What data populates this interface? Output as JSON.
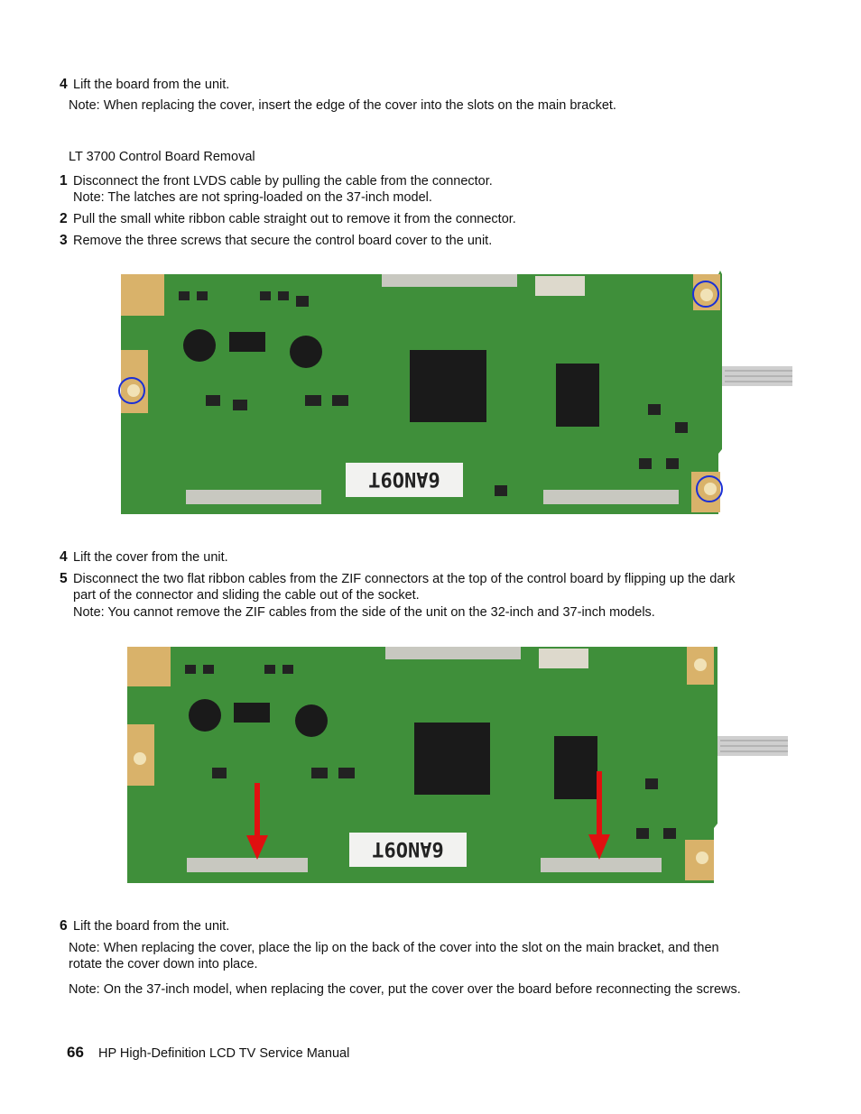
{
  "top": {
    "step4": {
      "num": "4",
      "text": "Lift the board from the unit."
    },
    "note": {
      "label": "Note",
      "text": ": When replacing the cover, insert the edge of the cover into the slots on the main bracket."
    }
  },
  "section": {
    "heading": "LT 3700 Control Board Removal",
    "step1": {
      "num": "1",
      "text": "Disconnect the front LVDS cable by pulling the cable from the connector."
    },
    "step1_note": {
      "label": "Note",
      "text": ": The latches are not spring-loaded on the 37-inch model."
    },
    "step2": {
      "num": "2",
      "text": "Pull the small white ribbon cable straight out to remove it from the connector."
    },
    "step3": {
      "num": "3",
      "text": "Remove the three screws that secure the control board cover to the unit."
    }
  },
  "photo1": {
    "label_text": "6ANO9T",
    "marker_color": "#1a2fd6"
  },
  "middle": {
    "step4": {
      "num": "4",
      "text": "Lift the cover from the unit."
    },
    "step5": {
      "num": "5",
      "line1": "Disconnect the two flat ribbon cables from the ZIF connectors at the top of the control board by flipping up the dark",
      "line2": "part of the connector and sliding the cable out of the socket."
    },
    "step5_note": {
      "label": "Note",
      "text": ": You cannot remove the ZIF cables from the side of the unit on the 32-inch and 37-inch models."
    }
  },
  "photo2": {
    "label_text": "6ANO9T",
    "arrow_color": "#e01010"
  },
  "bottom": {
    "step6": {
      "num": "6",
      "text": "Lift the board from the unit."
    },
    "note1": {
      "label": "Note",
      "line1": ": When replacing the cover, place the lip on the back of the cover into the slot on the main bracket, and then",
      "line2": "rotate the cover down into place."
    },
    "note2": {
      "label": "Note",
      "text": ": On the 37-inch model, when replacing the cover, put the cover over the board before reconnecting the screws."
    }
  },
  "footer": {
    "page_number": "66",
    "title": "HP High-Definition LCD TV Service Manual"
  },
  "colors": {
    "pcb_green": "#3f8f3a",
    "pcb_dark": "#2c6e2b",
    "pad_gold": "#d9b26a",
    "chip_black": "#1a1a1a"
  }
}
